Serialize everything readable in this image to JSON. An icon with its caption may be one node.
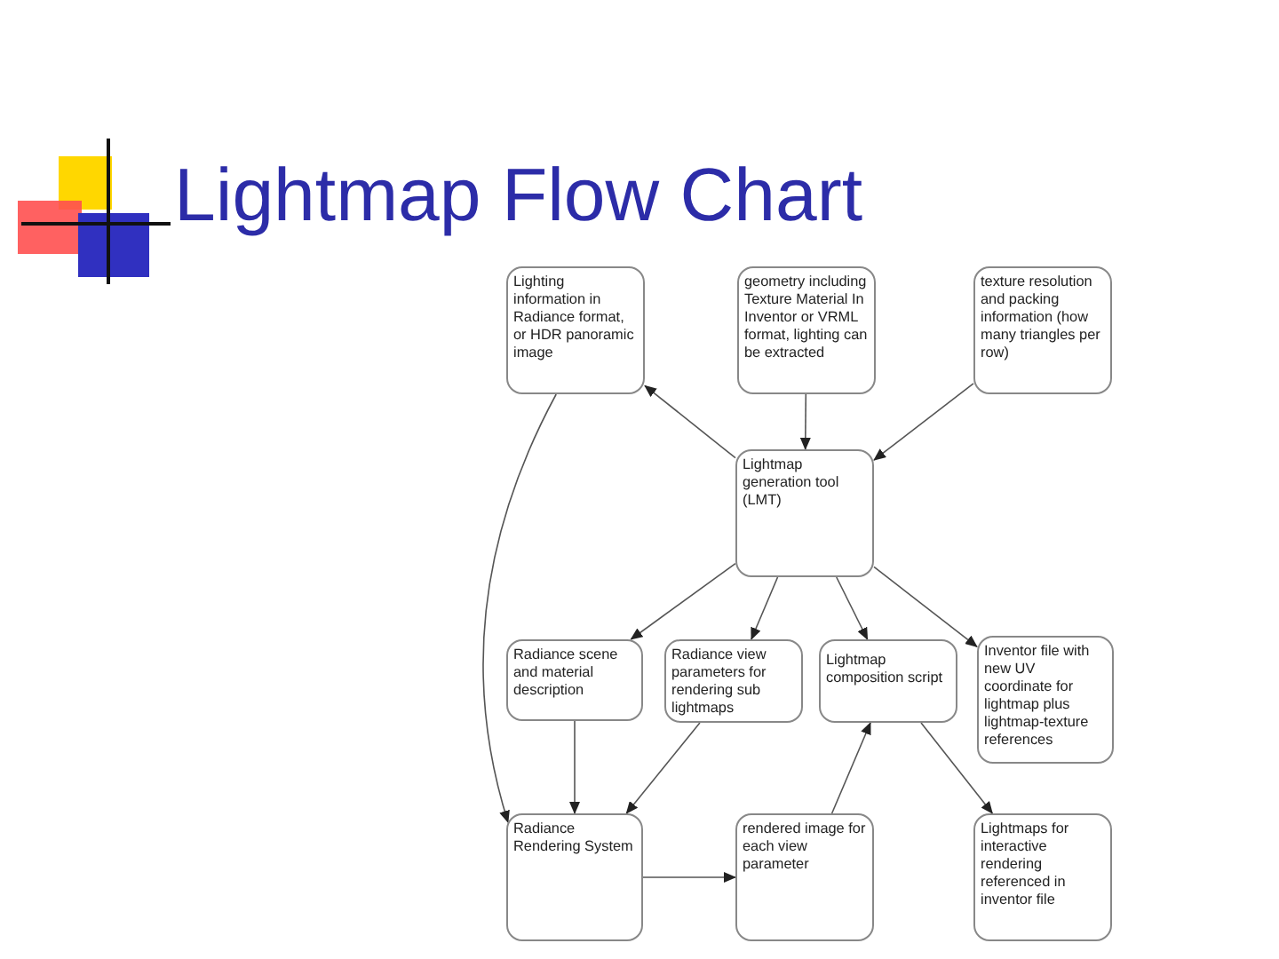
{
  "diagram": {
    "title": "Lightmap Flow Chart",
    "nodes": [
      {
        "text": [
          "Lighting information in Radiance format, or HDR panoramic image"
        ]
      },
      {
        "text": [
          "geometry including Texture Material In Inventor or VRML format, lighting can be extracted"
        ]
      },
      {
        "text": [
          "texture resolution and packing information (how many triangles per row)"
        ]
      },
      {
        "text": [
          "Lightmap generation tool (LMT)"
        ]
      },
      {
        "text": [
          "Radiance scene and material description"
        ]
      },
      {
        "text": [
          "Radiance view parameters for rendering  sub lightmaps"
        ]
      },
      {
        "text": [
          "Lightmap composition script"
        ]
      },
      {
        "text": [
          "Inventor file with new UV coordinate for lightmap plus lightmap-texture references"
        ]
      },
      {
        "text": [
          "Radiance Rendering System"
        ]
      },
      {
        "text": [
          "rendered image for each view parameter"
        ]
      },
      {
        "text": [
          "Lightmaps for interactive rendering referenced in inventor file"
        ]
      }
    ],
    "edges": [
      {
        "from": 3,
        "to": 0,
        "arrow": "to"
      },
      {
        "from": 1,
        "to": 3,
        "arrow": "to"
      },
      {
        "from": 2,
        "to": 3,
        "arrow": "to"
      },
      {
        "from": 3,
        "to": 4,
        "arrow": "to"
      },
      {
        "from": 3,
        "to": 5,
        "arrow": "to"
      },
      {
        "from": 3,
        "to": 6,
        "arrow": "to"
      },
      {
        "from": 3,
        "to": 7,
        "arrow": "to"
      },
      {
        "from": 0,
        "to": 8,
        "arrow": "to"
      },
      {
        "from": 4,
        "to": 8,
        "arrow": "to"
      },
      {
        "from": 5,
        "to": 8,
        "arrow": "to"
      },
      {
        "from": 8,
        "to": 9,
        "arrow": "to"
      },
      {
        "from": 9,
        "to": 6,
        "arrow": "to"
      },
      {
        "from": 6,
        "to": 10,
        "arrow": "to"
      }
    ]
  }
}
